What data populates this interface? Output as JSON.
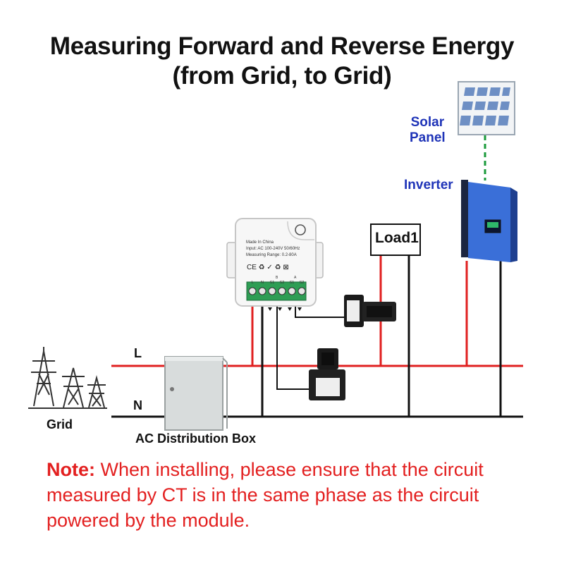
{
  "title": {
    "line1": "Measuring  Forward and Reverse Energy",
    "line2": "(from Grid, to Grid)"
  },
  "labels": {
    "solar_panel_1": "Solar",
    "solar_panel_2": "Panel",
    "inverter": "Inverter",
    "load": "Load1",
    "line_l": "L",
    "line_n": "N",
    "grid": "Grid",
    "distribution_box": "AC Distribution Box"
  },
  "module": {
    "made_in": "Made In China",
    "input": "Input: AC 100-240V 50/60Hz",
    "range": "Measuring Range: 0.2-80A",
    "marks": "CE ♻ ✓ ♻ ⊠",
    "group_b": "B",
    "group_a": "A",
    "terminals": [
      "L",
      "N",
      "S1",
      "S2",
      "S1",
      "S2"
    ]
  },
  "note": {
    "prefix": "Note:",
    "text": " When installing, please ensure that the circuit measured by CT is in the same phase as the circuit powered by the module."
  },
  "colors": {
    "live": "#e02020",
    "neutral": "#111111",
    "blue_label": "#1f34b8",
    "inverter": "#3a6fd8",
    "panel_link": "#1a9a3a",
    "note": "#e32020"
  }
}
